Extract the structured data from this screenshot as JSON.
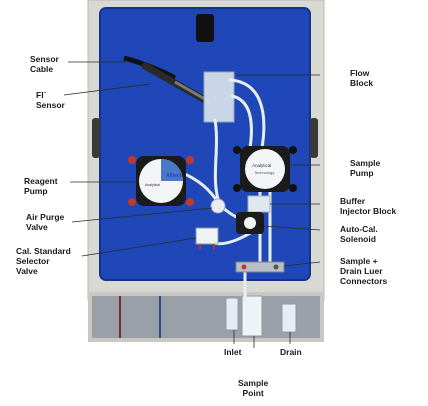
{
  "labels": {
    "sensor_cable": "Sensor\nCable",
    "fl_sensor_main": "Fl",
    "fl_sensor_sup": "−",
    "fl_sensor_rest": "Sensor",
    "flow_block": "Flow\nBlock",
    "sample_pump": "Sample\nPump",
    "reagent_pump": "Reagent\nPump",
    "buffer_injector_block": "Buffer\nInjector Block",
    "air_purge_valve": "Air Purge\nValve",
    "auto_cal_solenoid": "Auto-Cal.\nSolenoid",
    "cal_standard_selector_valve": "Cal. Standard\nSelector\nValve",
    "sample_drain_connectors": "Sample +\nDrain Luer\nConnectors",
    "inlet": "Inlet",
    "sample_point": "Sample\nPoint",
    "drain": "Drain"
  },
  "pump_faces": {
    "reagent_brand": "Alltech",
    "reagent_sub": "Analytical\nTechnology",
    "sample_brand": "Analytical",
    "sample_sub": "Technology"
  },
  "colors": {
    "panel_blue": "#1f47b8",
    "frame": "#d9d9d4",
    "pump_body": "#1b1b1b",
    "tubing": "#e8eef5",
    "leader": "#2a2a2a"
  }
}
